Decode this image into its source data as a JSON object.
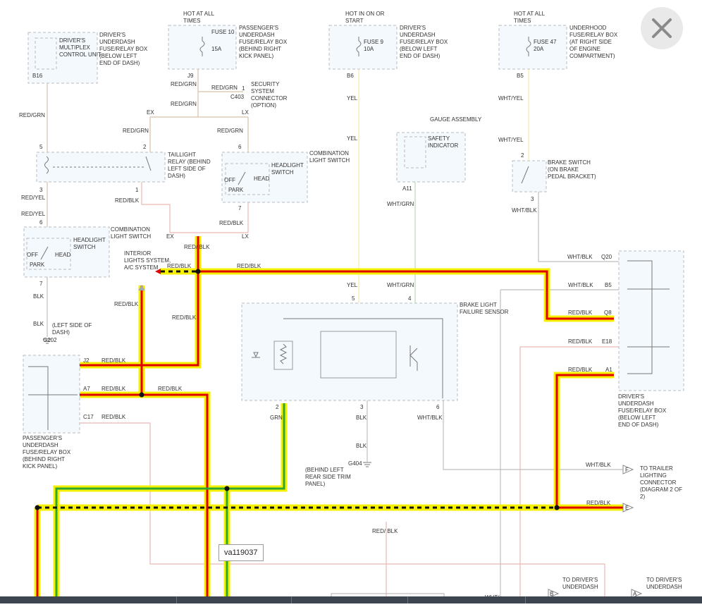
{
  "image_id": "va119037",
  "close_icon": "close-x-icon",
  "components": {
    "hot_all_times_1": "HOT AT ALL TIMES",
    "hot_in_on": "HOT IN ON OR START",
    "hot_all_times_2": "HOT AT ALL TIMES",
    "mcu_label": "DRIVER'S MULTIPLEX CONTROL UNIT",
    "mcu_box": "DRIVER'S UNDERDASH FUSE/RELAY BOX (BELOW LEFT END OF DASH)",
    "fuse10": "FUSE 10",
    "fuse10_amp": "15A",
    "pass_box_top": "PASSENGER'S UNDERDASH FUSE/RELAY BOX (BEHIND RIGHT KICK PANEL)",
    "fuse9": "FUSE 9",
    "fuse9_amp": "10A",
    "drv_box_top": "DRIVER'S UNDERDASH FUSE/RELAY BOX (BELOW LEFT END OF DASH)",
    "fuse47": "FUSE 47",
    "fuse47_amp": "20A",
    "underhood_box": "UNDERHOOD FUSE/RELAY BOX (AT RIGHT SIDE OF ENGINE COMPARTMENT)",
    "security_conn": "SECURITY SYSTEM CONNECTOR (OPTION)",
    "c403": "C403",
    "taillight_relay": "TAILLIGHT RELAY (BEHIND LEFT SIDE OF DASH)",
    "combo_switch_right": "COMBINATION LIGHT SWITCH",
    "headlight_switch": "HEADLIGHT SWITCH",
    "gauge_assembly": "GAUGE ASSEMBLY",
    "safety_indicator": "SAFETY INDICATOR",
    "brake_switch": "BRAKE SWITCH (ON BRAKE PEDAL BRACKET)",
    "combo_switch_left": "COMBINATION LIGHT SWITCH",
    "off": "OFF",
    "head": "HEAD",
    "park": "PARK",
    "interior_lights": "INTERIOR LIGHTS SYSTEM, A/C SYSTEM",
    "left_dash": "(LEFT SIDE OF DASH)",
    "g202": "G202",
    "blf_sensor": "BRAKE LIGHT FAILURE SENSOR",
    "pass_box_bottom": "PASSENGER'S UNDERDASH FUSE/RELAY BOX (BEHIND RIGHT KICK PANEL)",
    "g404": "G404",
    "g404_loc": "(BEHIND LEFT REAR SIDE TRIM PANEL)",
    "drv_box_right": "DRIVER'S UNDERDASH FUSE/RELAY BOX (BELOW LEFT END OF DASH)",
    "trailer_conn": "TO TRAILER LIGHTING CONNECTOR (DIAGRAM 2 OF 2)",
    "to_drv_box_1": "TO DRIVER'S UNDERDASH",
    "to_drv_box_2": "TO DRIVER'S UNDERDASH"
  },
  "pins": {
    "b16": "B16",
    "j9": "J9",
    "b6": "B6",
    "b5_top": "B5",
    "p1": "1",
    "p5": "5",
    "p2_relay": "2",
    "p3_relay": "3",
    "p1_relay": "1",
    "p6_sw": "6",
    "p7_sw": "7",
    "p6_left": "6",
    "p7_left": "7",
    "a11": "A11",
    "p2_brake": "2",
    "p3_brake": "3",
    "ex_top": "EX",
    "lx_top": "LX",
    "ex_bot": "EX",
    "lx_bot": "LX",
    "p5_blf": "5",
    "p4_blf": "4",
    "p2_blf": "2",
    "p3_blf": "3",
    "p6_blf": "6",
    "j2": "J2",
    "a7": "A7",
    "c17": "C17",
    "q20": "Q20",
    "b5_right": "B5",
    "q8": "Q8",
    "e18": "E18",
    "a1": "A1",
    "f": "F",
    "e": "E",
    "b": "B",
    "a": "A"
  },
  "wires": {
    "red_grn_1": "RED/GRN",
    "red_grn_2": "RED/GRN",
    "red_grn_3": "RED/GRN",
    "red_grn_4": "RED/GRN",
    "red_grn_5": "RED/GRN",
    "red_grn_6": "RED/GRN",
    "red_yel_1": "RED/YEL",
    "red_yel_2": "RED/YEL",
    "red_blk_relay": "RED/BLK",
    "red_blk_sw": "RED/BLK",
    "red_blk_v": "RED/ BLK",
    "red_blk_int": "RED/BLK",
    "red_blk_long": "RED/BLK",
    "red_blk_side": "RED/BLK",
    "red_blk_mid": "RED/BLK",
    "red_blk_j2": "RED/BLK",
    "red_blk_a7": "RED/BLK",
    "red_blk_a7b": "RED/BLK",
    "red_blk_c17": "RED/BLK",
    "red_blk_q8": "RED/BLK",
    "red_blk_e18": "RED/BLK",
    "red_blk_a1": "RED/BLK",
    "red_blk_e": "RED/BLK",
    "red_blk_bottom": "RED/ BLK",
    "blk_1": "BLK",
    "blk_2": "BLK",
    "blk_3": "BLK",
    "blk_4": "BLK",
    "yel_1": "YEL",
    "yel_2": "YEL",
    "yel_3": "YEL",
    "wht_yel_1": "WHT/YEL",
    "wht_yel_2": "WHT/YEL",
    "wht_blk_1": "WHT/BLK",
    "wht_blk_q20": "WHT/BLK",
    "wht_blk_b5": "WHT/BLK",
    "wht_blk_blf": "WHT/BLK",
    "wht_blk_f": "WHT/BLK",
    "wht_bottom": "WHT/",
    "wht_grn_1": "WHT/GRN",
    "wht_grn_2": "WHT/GRN",
    "grn": "GRN"
  }
}
